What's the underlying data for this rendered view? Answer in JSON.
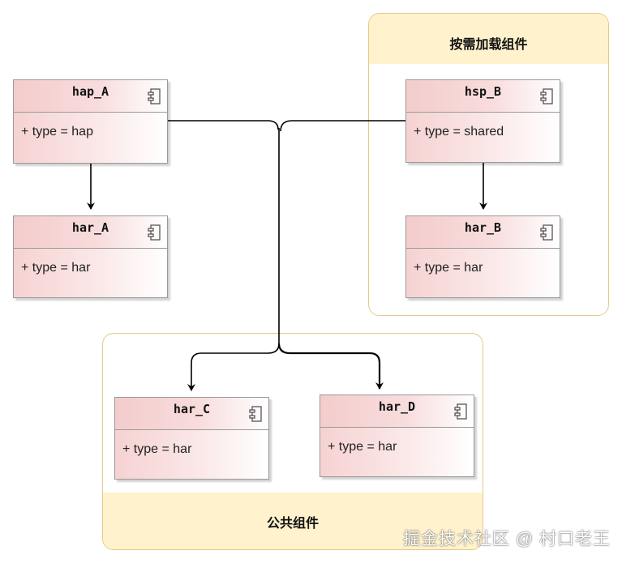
{
  "groups": {
    "on_demand": {
      "title": "按需加载组件"
    },
    "common": {
      "title": "公共组件"
    }
  },
  "components": {
    "hap_a": {
      "name": "hap_A",
      "attr": "+ type = hap"
    },
    "har_a": {
      "name": "har_A",
      "attr": "+ type = har"
    },
    "hsp_b": {
      "name": "hsp_B",
      "attr": "+ type = shared"
    },
    "har_b": {
      "name": "har_B",
      "attr": "+ type = har"
    },
    "har_c": {
      "name": "har_C",
      "attr": "+ type = har"
    },
    "har_d": {
      "name": "har_D",
      "attr": "+ type = har"
    }
  },
  "icon": "component-icon",
  "colors": {
    "group_border": "#e6c98a",
    "group_band": "#fff2cc",
    "component_fill": "#f4cccc",
    "component_border": "#9a9a9a",
    "connector": "#000000"
  },
  "watermark": "掘金技术社区 @ 村口老王"
}
